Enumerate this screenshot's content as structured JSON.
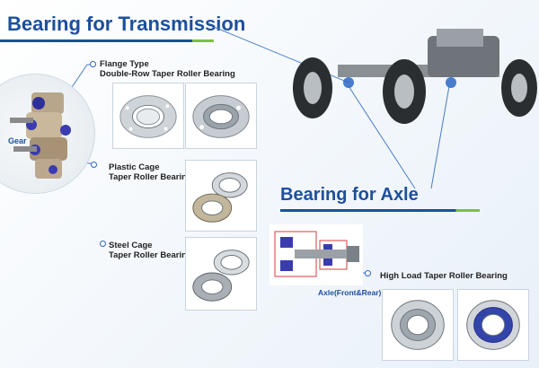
{
  "titles": {
    "transmission": "Bearing for Transmission",
    "axle": "Bearing for Axle"
  },
  "transmission": {
    "gear_label": "Gear",
    "items": [
      {
        "line1": "Flange Type",
        "line2": "Double-Row Taper Roller Bearing"
      },
      {
        "line1": "Plastic Cage",
        "line2": "Taper Roller Bearing"
      },
      {
        "line1": "Steel Cage",
        "line2": "Taper Roller Bearing"
      }
    ]
  },
  "axle": {
    "diagram_label": "Axle(Front&Rear)",
    "item": "High Load Taper Roller Bearing"
  },
  "colors": {
    "title_blue": "#1d4f9c",
    "accent_green": "#7ec043",
    "highlight_blue": "#2a66c4"
  }
}
